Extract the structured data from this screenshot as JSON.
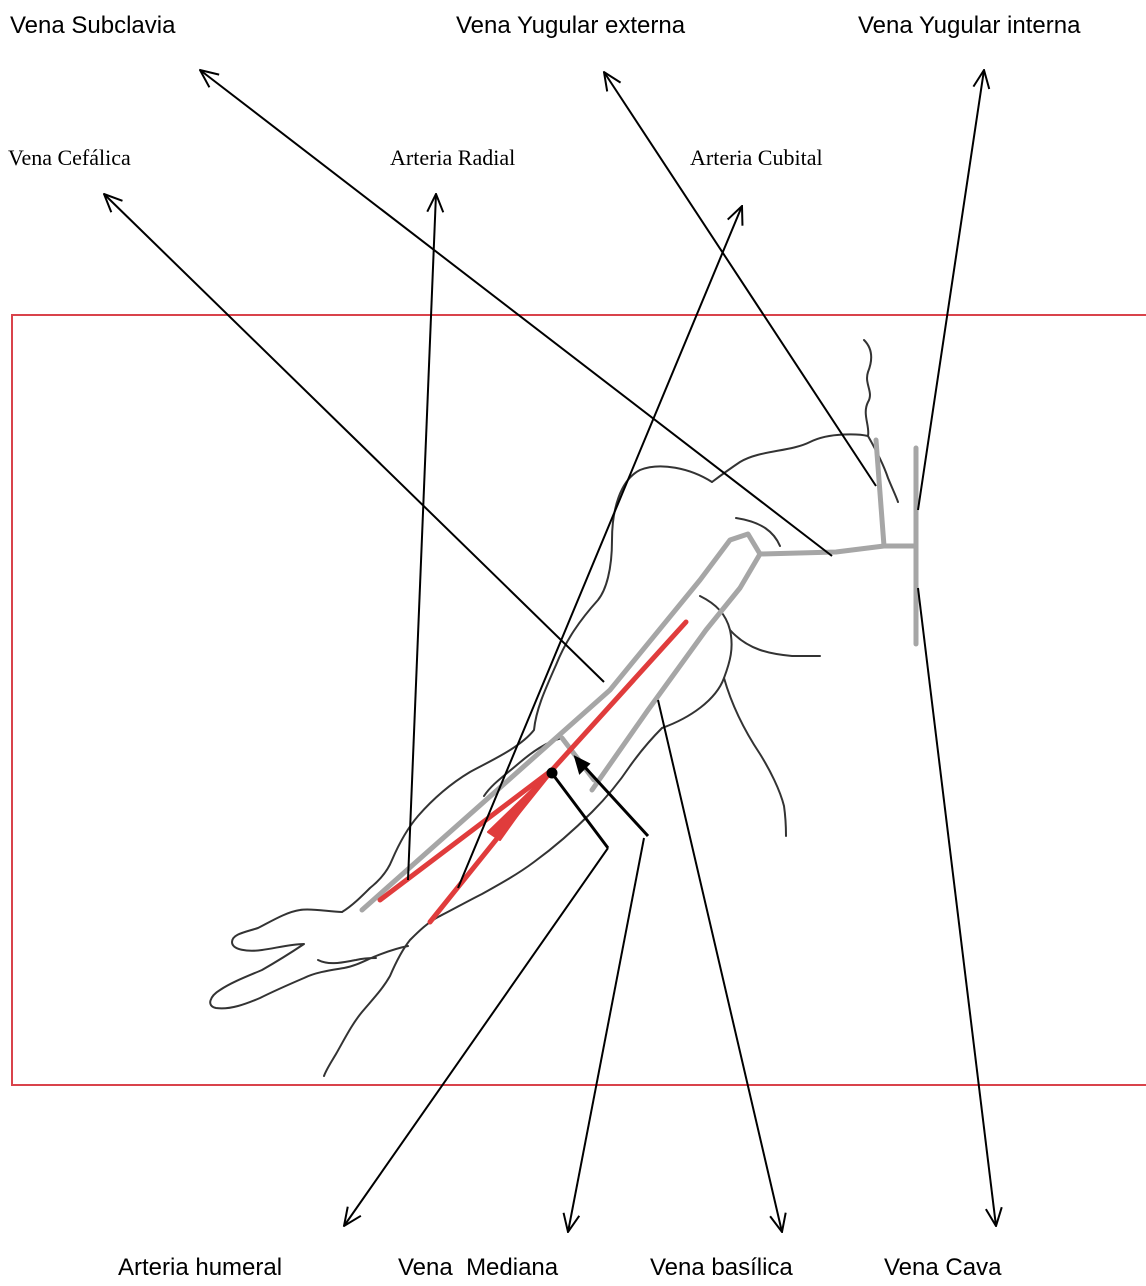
{
  "labels": {
    "vena_subclavia": "Vena Subclavia",
    "vena_yugular_externa": "Vena Yugular externa",
    "vena_yugular_interna": "Vena Yugular interna",
    "vena_cefalica": "Vena Cefálica",
    "arteria_radial": "Arteria Radial",
    "arteria_cubital": "Arteria Cubital",
    "arteria_humeral": "Arteria humeral",
    "vena_mediana": "Vena  Mediana",
    "vena_basilica": "Vena basílica",
    "vena_cava": "Vena Cava"
  },
  "colors": {
    "frame": "#d9434b",
    "artery": "#e03c3c",
    "vein": "#a6a6a6",
    "outline": "#333333",
    "leader": "#000000"
  }
}
